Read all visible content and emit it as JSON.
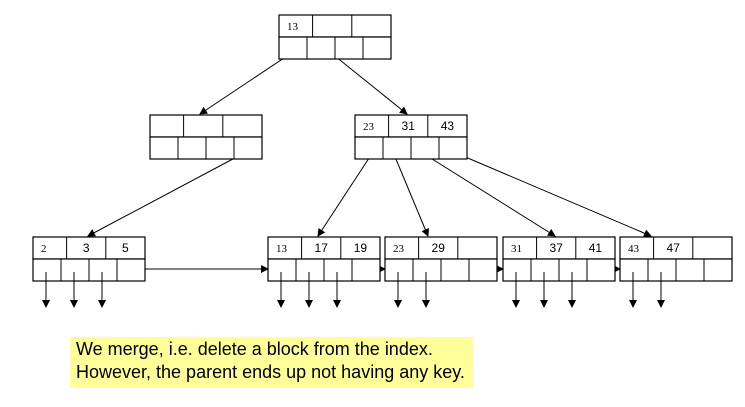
{
  "tree": {
    "root": {
      "keys": [
        "13",
        "",
        "",
        ""
      ]
    },
    "internal_left": {
      "keys": [
        "",
        "",
        "",
        ""
      ]
    },
    "internal_right": {
      "keys": [
        "23",
        "31",
        "43",
        ""
      ]
    },
    "leaves": [
      {
        "keys": [
          "2",
          "3",
          "5",
          ""
        ]
      },
      {
        "keys": [
          "13",
          "17",
          "19",
          ""
        ]
      },
      {
        "keys": [
          "23",
          "29",
          "",
          ""
        ]
      },
      {
        "keys": [
          "31",
          "37",
          "41",
          ""
        ]
      },
      {
        "keys": [
          "43",
          "47",
          "",
          ""
        ]
      }
    ]
  },
  "note": {
    "line1": "We merge, i.e. delete a block from the index.",
    "line2": "However, the parent ends up not having any key.",
    "background": "#ffff99"
  }
}
